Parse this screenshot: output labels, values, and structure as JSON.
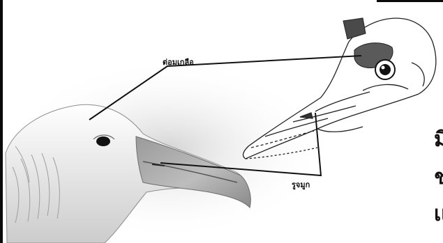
{
  "labels": {
    "salt_gland": "ต่อมเกลือ",
    "nostril": "รูจมูก"
  },
  "side_text": [
    "มี",
    "ช่",
    "เเ"
  ],
  "colors": {
    "frame": "#0a0a0a",
    "gland": "#5a5a5a",
    "eye": "#111111"
  },
  "icons": {
    "photo": "albatross-head",
    "drawing": "albatross-skull-sketch"
  }
}
